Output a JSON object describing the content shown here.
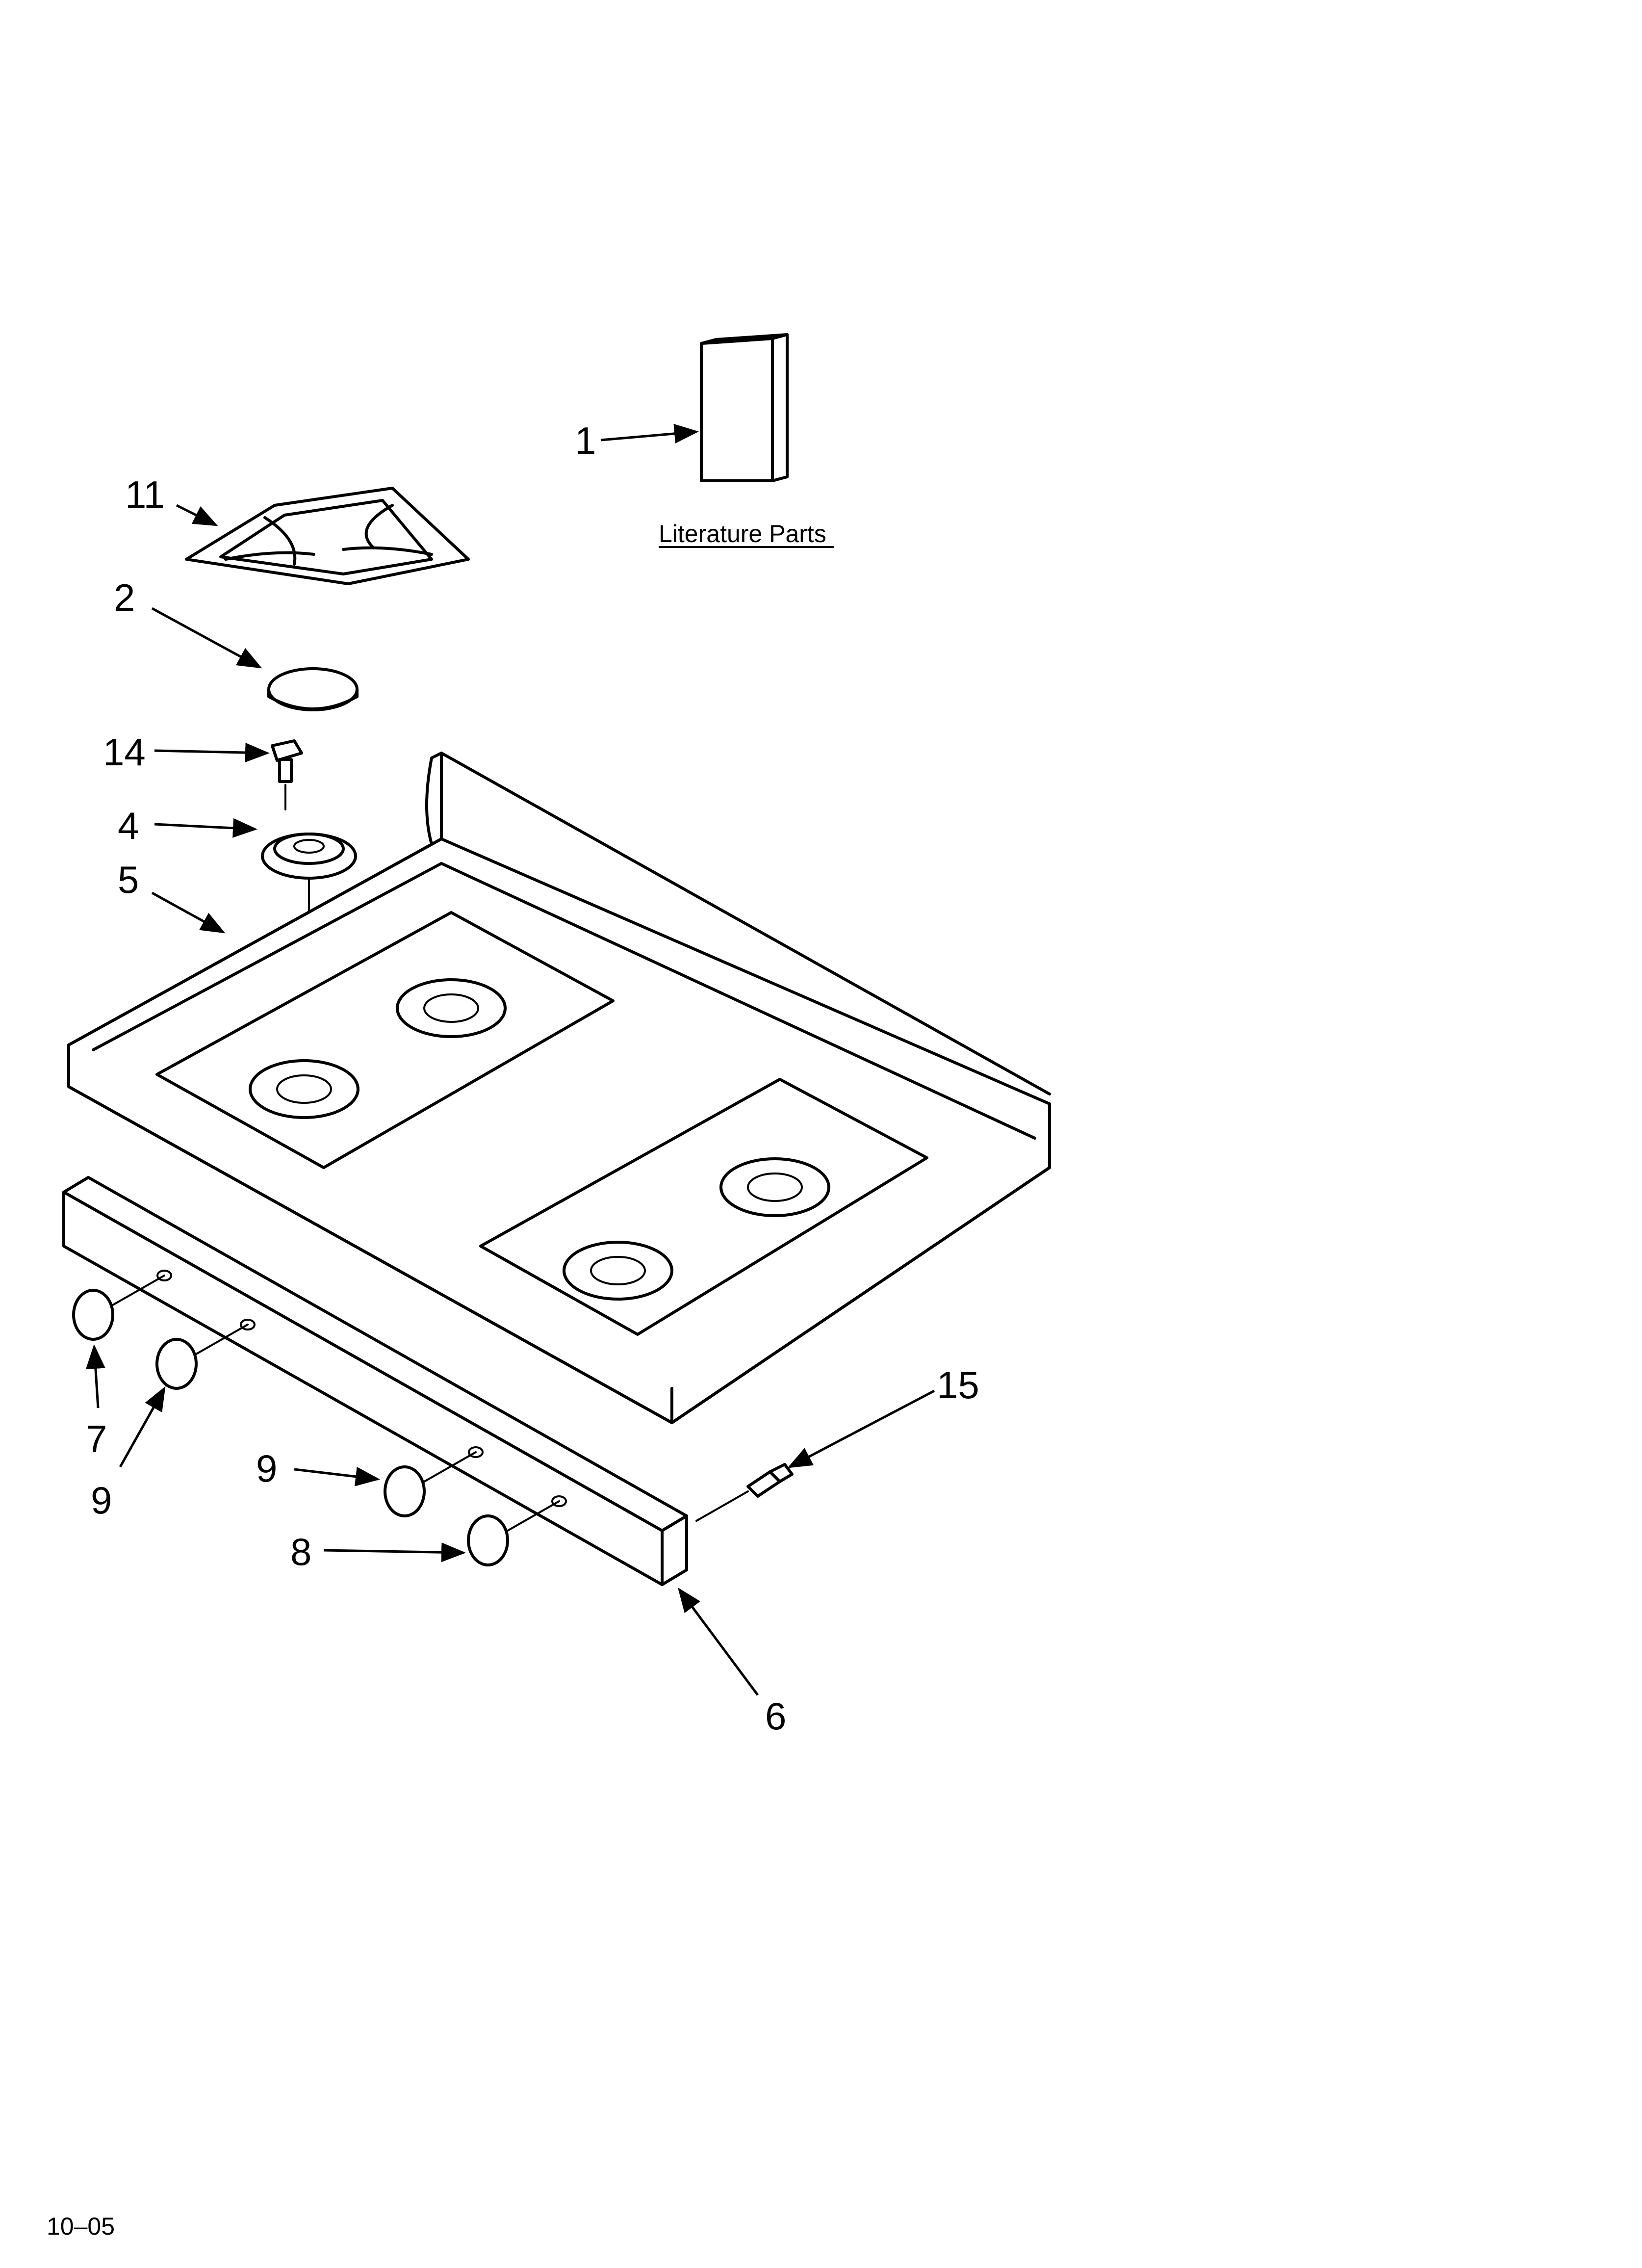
{
  "callouts": [
    {
      "label": "1"
    },
    {
      "label": "11"
    },
    {
      "label": "2"
    },
    {
      "label": "14"
    },
    {
      "label": "4"
    },
    {
      "label": "5"
    },
    {
      "label": "7"
    },
    {
      "label": "9"
    },
    {
      "label": "9"
    },
    {
      "label": "8"
    },
    {
      "label": "15"
    },
    {
      "label": "6"
    }
  ],
  "literature_caption": "Literature Parts",
  "footer_code": "10–05"
}
